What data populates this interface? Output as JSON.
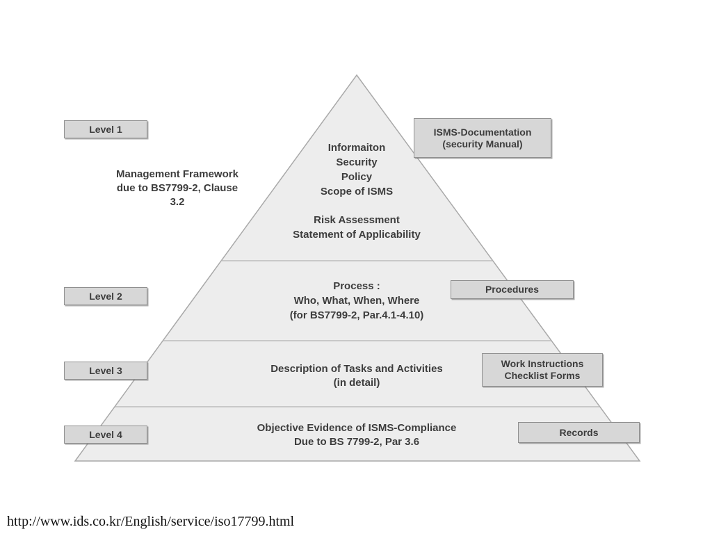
{
  "colors": {
    "page-bg": "#ffffff",
    "pyramid-fill": "#ededed",
    "pyramid-stroke": "#a9a9a9",
    "divider": "#b3b3b3",
    "box-fill": "#d7d7d7",
    "box-border": "#8f8f8f",
    "text-color": "#3d3d3d",
    "footer-color": "#111111"
  },
  "diagram": {
    "type": "pyramid",
    "side_note": "Management Framework\ndue to BS7799-2, Clause\n3.2",
    "levels": [
      {
        "label": "Level 1",
        "content_top": "Informaiton\nSecurity\nPolicy\nScope of ISMS",
        "content_bottom": "Risk Assessment\nStatement of Applicability",
        "right_box": "ISMS-Documentation\n(security Manual)"
      },
      {
        "label": "Level 2",
        "content": "Process :\nWho, What, When, Where\n(for BS7799-2, Par.4.1-4.10)",
        "right_box": "Procedures"
      },
      {
        "label": "Level 3",
        "content": "Description of Tasks and Activities\n(in detail)",
        "right_box": "Work Instructions\nChecklist Forms"
      },
      {
        "label": "Level 4",
        "content": "Objective Evidence of ISMS-Compliance\nDue to BS 7799-2, Par 3.6",
        "right_box": "Records"
      }
    ]
  },
  "footer": {
    "url": "http://www.ids.co.kr/English/service/iso17799.html"
  }
}
